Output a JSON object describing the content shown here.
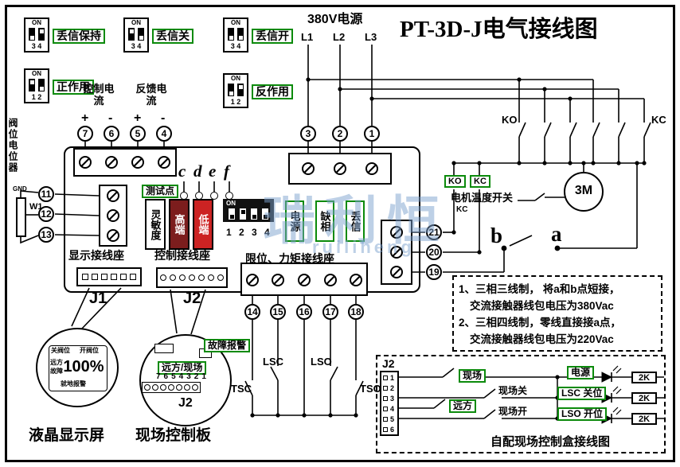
{
  "title": "PT-3D-J电气接线图",
  "watermark": {
    "cn": "瑞利恒",
    "en": "ruiliheng"
  },
  "dip": {
    "on": "ON",
    "sw1": {
      "label": "丢信保持",
      "pins": "3 4"
    },
    "sw2": {
      "label": "丢信关",
      "pins": "3 4"
    },
    "sw3": {
      "label": "丢信开",
      "pins": "3 4"
    },
    "sw4": {
      "label": "正作用",
      "pins": "1 2"
    },
    "sw5": {
      "label": "反作用",
      "pins": "1 2"
    },
    "mid": {
      "on": "ON",
      "nums": "1 2 3 4"
    }
  },
  "power": {
    "label": "380V电源",
    "l1": "L1",
    "l2": "L2",
    "l3": "L3",
    "t3": "3",
    "t2": "2",
    "t1": "1"
  },
  "analog": {
    "control": "控制电流",
    "feedback": "反馈电流",
    "cp": "+",
    "cm": "-",
    "fp": "+",
    "fm": "-",
    "t7": "7",
    "t6": "6",
    "t5": "5",
    "t4": "4"
  },
  "pot": {
    "label": "阀位电位器",
    "gnd": "GND",
    "w1": "W1",
    "t11": "11",
    "t12": "12",
    "t13": "13"
  },
  "board": {
    "test": "测试点",
    "c": "c",
    "d": "d",
    "e": "e",
    "f": "f",
    "sens": "灵敏度",
    "high": "高端",
    "low": "低端",
    "led_power": "电源",
    "led_phase": "缺相",
    "led_signal": "丢信",
    "blk_display": "显示接线座",
    "blk_control": "控制接线座",
    "blk_limit": "限位、力矩接线座",
    "j1": "J1",
    "j2": "J2",
    "t14": "14",
    "t15": "15",
    "t16": "16",
    "t17": "17",
    "t18": "18",
    "t21": "21",
    "t20": "20",
    "t19": "19"
  },
  "relay": {
    "ko_coil": "KO",
    "kc_coil": "KC",
    "ko_contact": "KO",
    "kc_contact": "KC",
    "kc_aux": "KC"
  },
  "motor": {
    "temp_switch": "电机温度开关",
    "name": "3M",
    "a": "a",
    "b": "b"
  },
  "notes": {
    "l1": "1、三相三线制， 将a和b点短接，",
    "l2": "交流接触器线包电压为380Vac",
    "l3": "2、三相四线制，零线直接接a点，",
    "l4": "交流接触器线包电压为220Vac"
  },
  "lcd": {
    "tl": "关阀位",
    "tr": "开阀位",
    "remote": "远方",
    "fault": "故障",
    "bottom": "就地报警",
    "percent": "100%",
    "caption": "液晶显示屏"
  },
  "panel": {
    "alarm": "故障报警",
    "mode": "远方/现场",
    "pins": "7654321",
    "j2": "J2",
    "caption": "现场控制板"
  },
  "limits": {
    "lsc": "LSC",
    "lso": "LSO",
    "tsc": "TSC",
    "tso": "TSO"
  },
  "cbox": {
    "j2": "J2",
    "pins": [
      "1",
      "2",
      "3",
      "4",
      "5",
      "6"
    ],
    "local": "现场",
    "remote": "远方",
    "local_close": "现场关",
    "local_open": "现场开",
    "rung_power": "电源",
    "rung_lsc": "LSC 关位",
    "rung_lso": "LSO 开位",
    "r1": "2K",
    "r2": "2K",
    "r3": "2K",
    "caption": "自配现场控制盒接线图"
  }
}
